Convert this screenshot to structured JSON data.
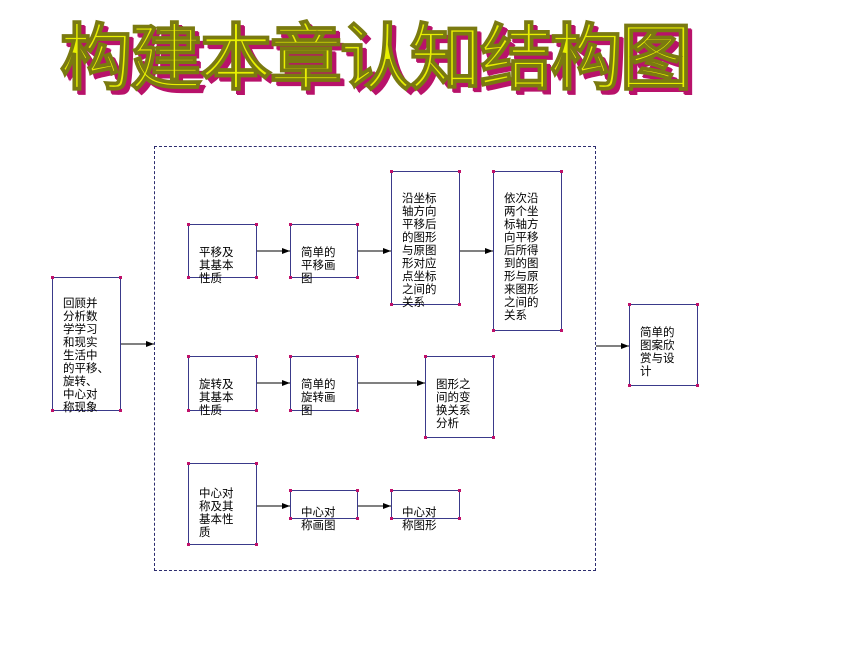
{
  "title": "构建本章认知结构图",
  "nodes": {
    "review": "回顾并\n分析数\n学学习\n和现实\n生活中\n的平移、\n旋转、\n中心对\n称现象",
    "translate_props": "平移及\n其基本\n性质",
    "translate_draw": "简单的\n平移画\n图",
    "coord_single": "沿坐标\n轴方向\n平移后\n的图形\n与原图\n形对应\n点坐标\n之间的\n关系",
    "coord_double": "依次沿\n两个坐\n标轴方\n向平移\n后所得\n到的图\n形与原\n来图形\n之间的\n关系",
    "rotate_props": "旋转及\n其基本\n性质",
    "rotate_draw": "简单的\n旋转画\n图",
    "transform_analysis": "图形之\n间的变\n换关系\n分析",
    "central_props": "中心对\n称及其\n基本性\n质",
    "central_draw": "中心对\n称画图",
    "central_figure": "中心对\n称图形",
    "appreciate": "简单的\n图案欣\n赏与设\n计"
  }
}
